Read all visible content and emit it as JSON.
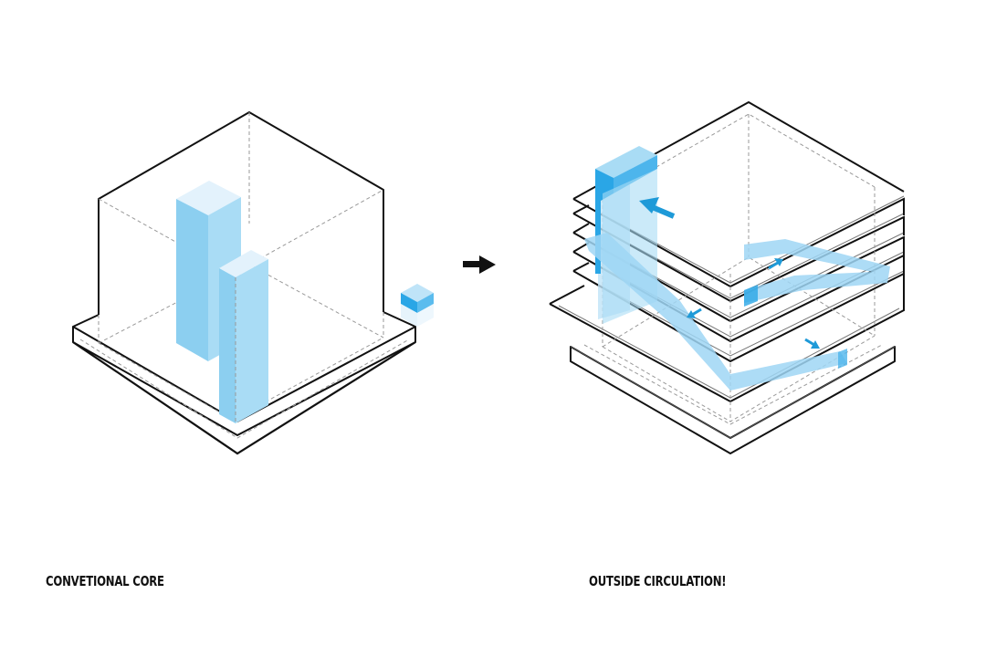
{
  "diagram": {
    "left_panel": {
      "caption": "CONVETIONAL CORE",
      "elements": [
        "building-volume",
        "base-slab",
        "core-tower-tall",
        "core-tower-short",
        "core-module-legend"
      ]
    },
    "transition": {
      "icon": "arrow-right-icon"
    },
    "right_panel": {
      "caption": "OUTSIDE CIRCULATION!",
      "elements": [
        "floor-plate-stack",
        "base-slab",
        "exterior-core",
        "circulation-ramp",
        "direction-arrows"
      ],
      "floor_count": 6
    },
    "colors": {
      "line": "#111111",
      "dashed": "#888888",
      "core_light": "#d6ecfa",
      "core_mid": "#8ccff0",
      "core_dark": "#2aa6e6",
      "circulation": "#9fd6f4",
      "arrow": "#1e9ad8"
    }
  }
}
